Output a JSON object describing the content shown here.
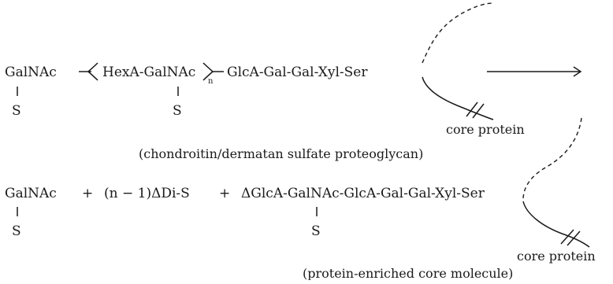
{
  "reaction": {
    "substrate": {
      "start": "GalNAc",
      "repeat": "HexA-GalNAc",
      "repeat_subscript": "n",
      "linkage": "GlcA-Gal-Gal-Xyl-Ser",
      "sulfate_1": "S",
      "sulfate_2": "S",
      "protein_label": "core protein",
      "caption": "(chondroitin/dermatan sulfate proteoglycan)"
    },
    "products": {
      "product_1": "GalNAc",
      "plus_1": "+",
      "product_2": "(n − 1)ΔDi-S",
      "plus_2": "+",
      "product_3": "ΔGlcA-GalNAc-GlcA-Gal-Gal-Xyl-Ser",
      "sulfate_1": "S",
      "sulfate_2": "S",
      "protein_label": "core protein",
      "caption": "(protein-enriched core molecule)"
    }
  }
}
